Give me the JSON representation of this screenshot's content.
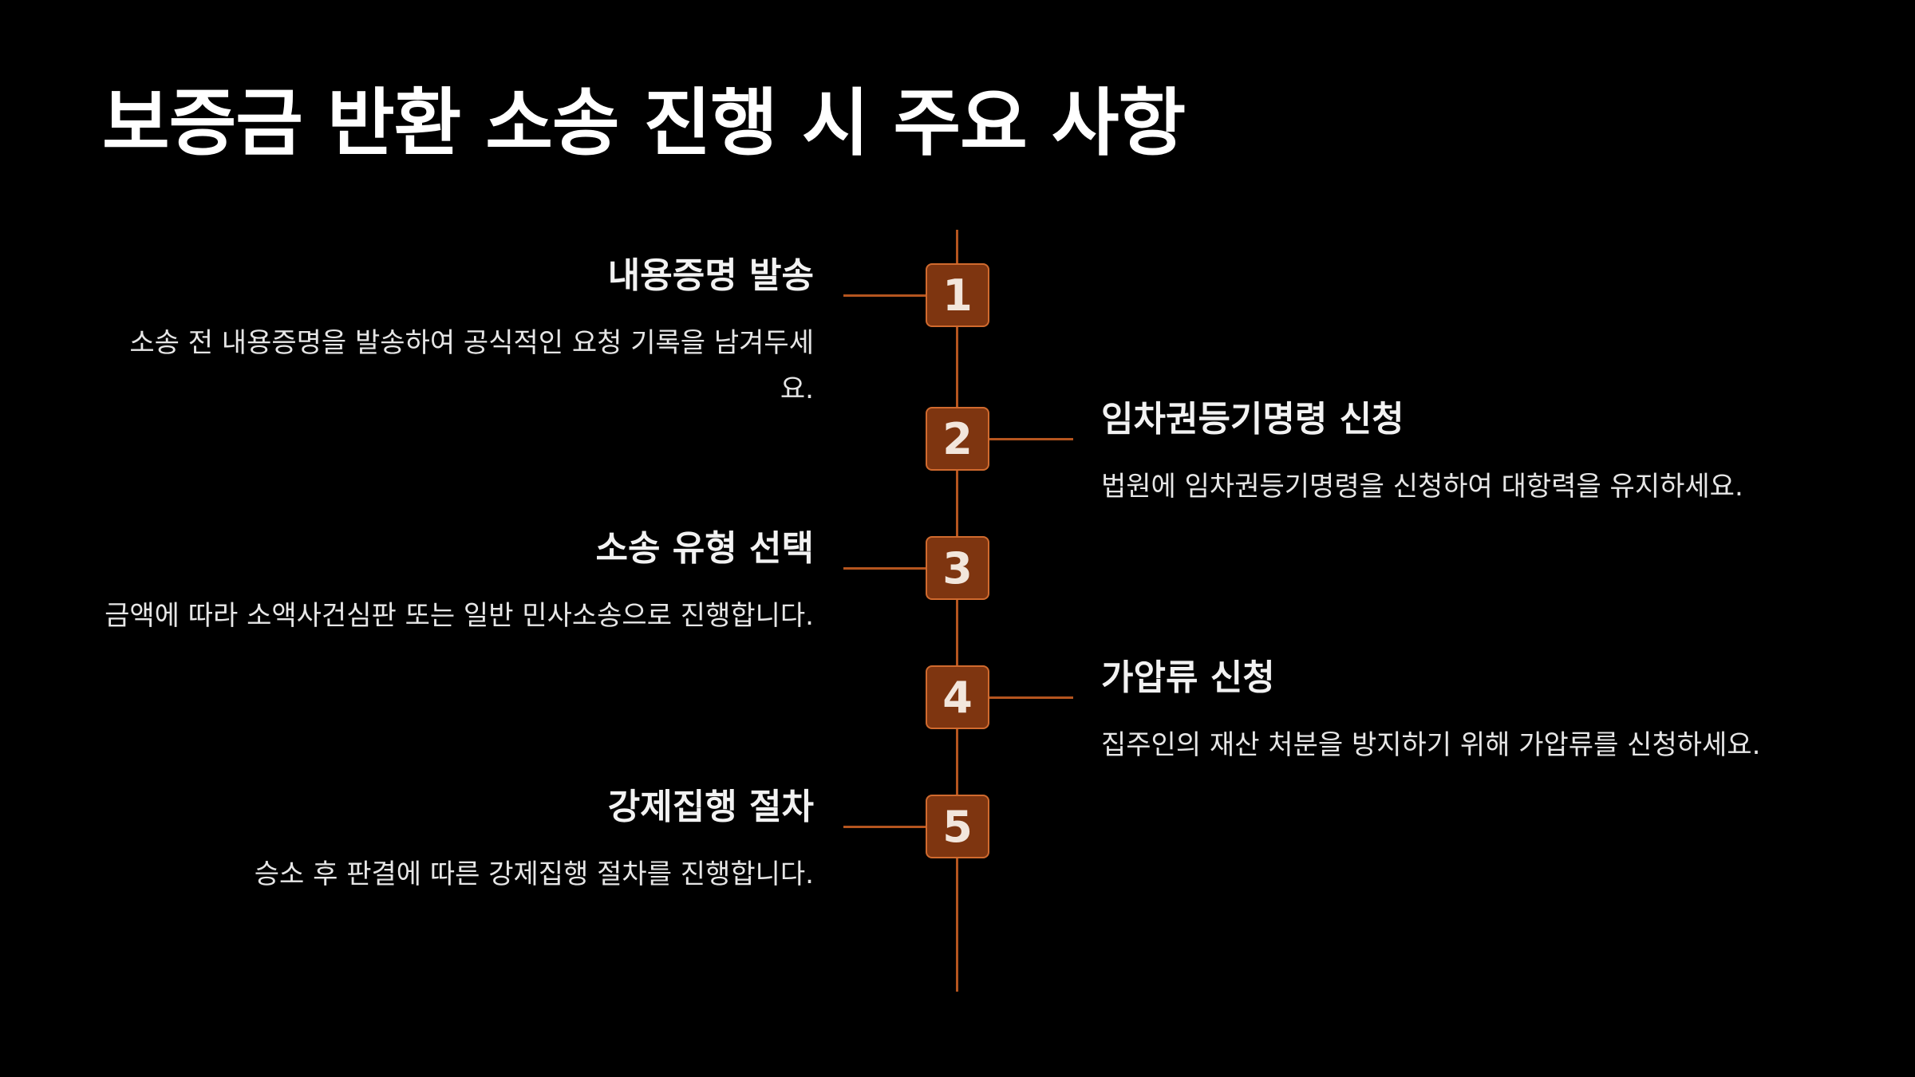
{
  "title": "보증금 반환 소송 진행 시 주요 사항",
  "accent_color": "#b5551f",
  "badge_color": "#7e3510",
  "steps": [
    {
      "number": "1",
      "side": "left",
      "heading": "내용증명 발송",
      "description": "소송 전 내용증명을 발송하여 공식적인 요청 기록을 남겨두세요."
    },
    {
      "number": "2",
      "side": "right",
      "heading": "임차권등기명령 신청",
      "description": "법원에 임차권등기명령을 신청하여 대항력을 유지하세요."
    },
    {
      "number": "3",
      "side": "left",
      "heading": "소송 유형 선택",
      "description": "금액에 따라 소액사건심판 또는 일반 민사소송으로 진행합니다."
    },
    {
      "number": "4",
      "side": "right",
      "heading": "가압류 신청",
      "description": "집주인의 재산 처분을 방지하기 위해 가압류를 신청하세요."
    },
    {
      "number": "5",
      "side": "left",
      "heading": "강제집행 절차",
      "description": "승소 후 판결에 따른 강제집행 절차를 진행합니다."
    }
  ]
}
